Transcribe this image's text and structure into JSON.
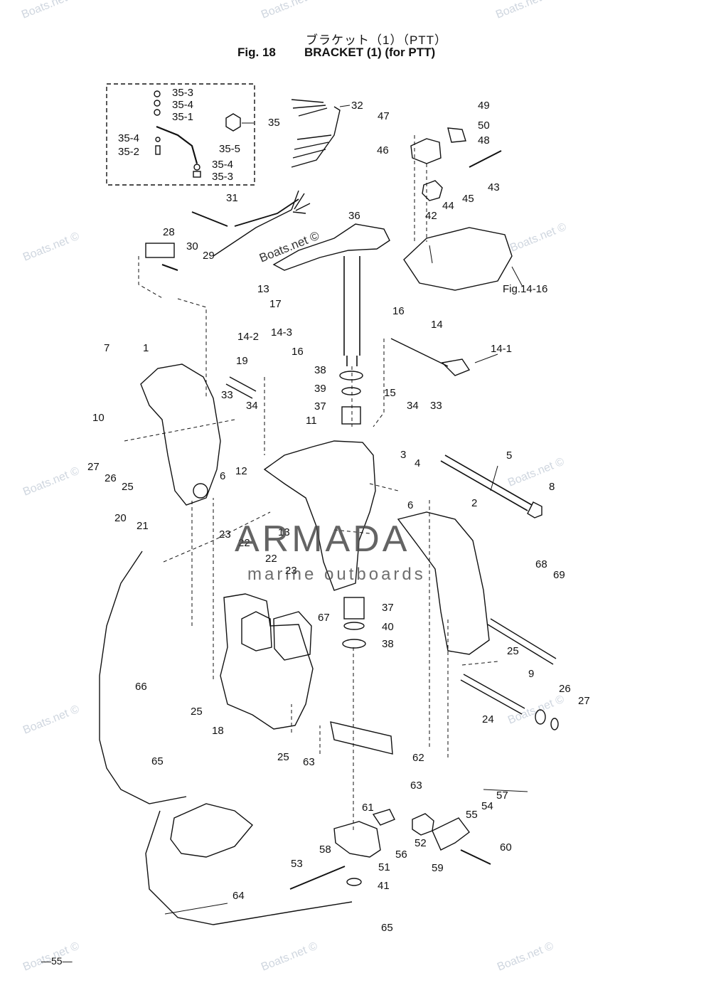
{
  "header": {
    "title_jp": "ブラケット（1）（PTT）",
    "fig_number": "Fig. 18",
    "fig_title": "BRACKET (1) (for PTT)"
  },
  "footer": {
    "page_number": "—55—"
  },
  "watermark": {
    "text": "Boats.net ©",
    "inline_text": "Boats.net ©"
  },
  "brand": {
    "name": "ARMADA",
    "tagline": "marine outboards",
    "color": "#d86fb0"
  },
  "reference": {
    "fig_ref": "Fig.14-16"
  },
  "callouts": [
    "35-3",
    "35-4",
    "35-1",
    "35-4",
    "35-2",
    "35-4",
    "35-3",
    "35-5",
    "35",
    "32",
    "47",
    "49",
    "50",
    "48",
    "46",
    "43",
    "44",
    "45",
    "42",
    "31",
    "36",
    "28",
    "30",
    "29",
    "13",
    "17",
    "14-2",
    "14-3",
    "16",
    "16",
    "14",
    "14-1",
    "7",
    "1",
    "19",
    "38",
    "39",
    "37",
    "15",
    "34",
    "33",
    "33",
    "34",
    "10",
    "11",
    "3",
    "4",
    "5",
    "27",
    "26",
    "25",
    "6",
    "12",
    "8",
    "20",
    "21",
    "13",
    "6",
    "2",
    "23",
    "22",
    "22",
    "23",
    "68",
    "69",
    "67",
    "37",
    "40",
    "38",
    "25",
    "9",
    "66",
    "25",
    "26",
    "27",
    "24",
    "18",
    "25",
    "62",
    "63",
    "63",
    "65",
    "57",
    "54",
    "55",
    "61",
    "52",
    "60",
    "56",
    "58",
    "51",
    "59",
    "53",
    "41",
    "64",
    "65"
  ]
}
